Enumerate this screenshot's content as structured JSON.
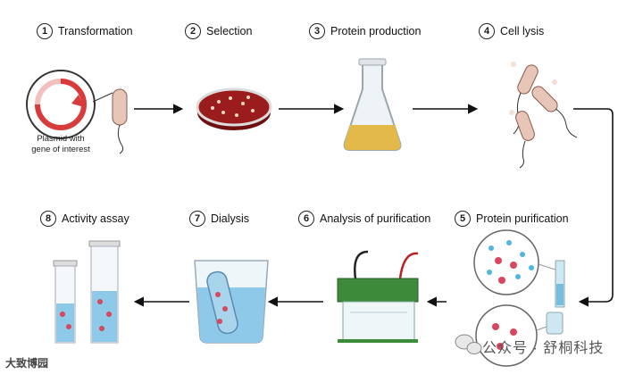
{
  "steps": [
    {
      "num": "1",
      "label": "Transformation"
    },
    {
      "num": "2",
      "label": "Selection"
    },
    {
      "num": "3",
      "label": "Protein production"
    },
    {
      "num": "4",
      "label": "Cell lysis"
    },
    {
      "num": "5",
      "label": "Protein purification"
    },
    {
      "num": "6",
      "label": "Analysis of purification"
    },
    {
      "num": "7",
      "label": "Dialysis"
    },
    {
      "num": "8",
      "label": "Activity assay"
    }
  ],
  "plasmid_caption": [
    "Plasmid with",
    "gene of interest"
  ],
  "watermark_left": "大致博园",
  "watermark_right": "公众号 · 舒桐科技",
  "colors": {
    "cell": "#e7c6b8",
    "agar": "#9b1c1c",
    "broth": "#e3b94a",
    "buffer": "#8ec9ea",
    "protein": "#d9475e",
    "gel": "#3d8a3a"
  },
  "icons": [
    "plasmid-icon",
    "bacterium-icon",
    "petri-dish-icon",
    "flask-icon",
    "lysed-cells-icon",
    "column-icon",
    "gel-box-icon",
    "dialysis-beaker-icon",
    "cuvette-icon",
    "wechat-icon"
  ]
}
